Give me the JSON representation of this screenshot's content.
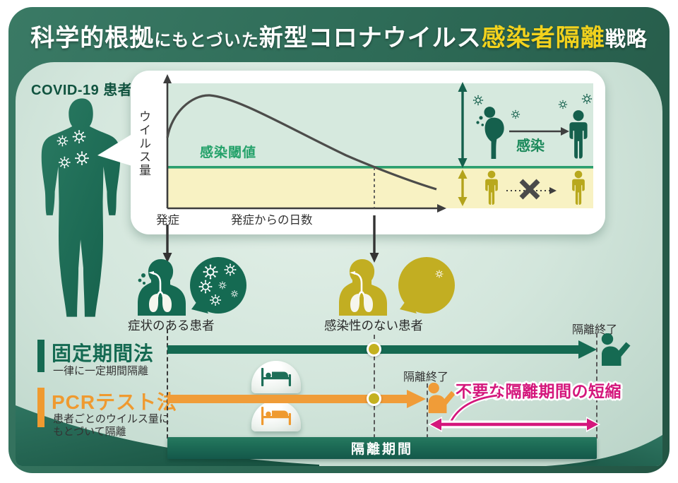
{
  "title": {
    "segments": [
      {
        "text": "科学的根拠"
      },
      {
        "text": "にもとづいた"
      },
      {
        "text": "新型コロナウイルス"
      },
      {
        "text": "感染者隔離"
      },
      {
        "text": "戦略"
      }
    ]
  },
  "patient": {
    "label": "COVID-19 患者"
  },
  "chart": {
    "ylabel": "ウイルス量",
    "threshold_label": "感染閾値",
    "origin_label": "発症",
    "xlabel": "発症からの日数",
    "infection_label": "感染"
  },
  "chart_data": {
    "type": "line",
    "title": "",
    "xlabel": "発症からの日数",
    "ylabel": "ウイルス量",
    "x_unit": "days since symptom onset (axis has no numeric ticks)",
    "series": [
      {
        "name": "ウイルス量（模式曲線）",
        "x": [
          0,
          1,
          2,
          3,
          4,
          5,
          6,
          7,
          8,
          9,
          10
        ],
        "y": [
          0.52,
          0.9,
          0.97,
          0.9,
          0.8,
          0.7,
          0.6,
          0.52,
          0.45,
          0.38,
          0.33
        ]
      }
    ],
    "threshold": {
      "label": "感染閾値",
      "y": 0.5,
      "color": "#2b9e6e"
    },
    "regions": [
      {
        "label": "閾値より上＝感染性あり（感染）",
        "color": "#d6e9de"
      },
      {
        "label": "閾値より下＝感染性なし（×）",
        "color": "#f8f2c3"
      }
    ],
    "annotations": [
      "発症",
      "曲線が感染閾値を下回る点に破線"
    ],
    "grid": false,
    "legend_position": "none"
  },
  "patients": {
    "symptomatic_label": "症状のある患者",
    "non_infectious_label": "感染性のない患者"
  },
  "methods": {
    "fixed_period": {
      "title": "固定期間法",
      "subtitle": "一律に一定期間隔離",
      "end_label": "隔離終了",
      "color": "#156a52"
    },
    "pcr_test": {
      "title": "PCRテスト法",
      "subtitle_line1": "患者ごとのウイルス量に",
      "subtitle_line2": "もとづいて隔離",
      "end_label": "隔離終了",
      "color": "#ef9a30"
    }
  },
  "annotation": {
    "shortened_label": "不要な隔離期間の短縮",
    "color": "#d4177c"
  },
  "footer": {
    "isolation_bar_label": "隔離期間"
  },
  "colors": {
    "frame_green": "#2e6b57",
    "deep_green": "#156a52",
    "title_yellow": "#f2d21d",
    "content_bg": "#d3e6dc",
    "zone_green": "#d6e9de",
    "zone_yellow": "#f8f2c3",
    "threshold_green": "#2b9e6e",
    "olive": "#bcab1e",
    "orange": "#f09c38",
    "magenta": "#d4177c",
    "text_dark": "#333333"
  }
}
